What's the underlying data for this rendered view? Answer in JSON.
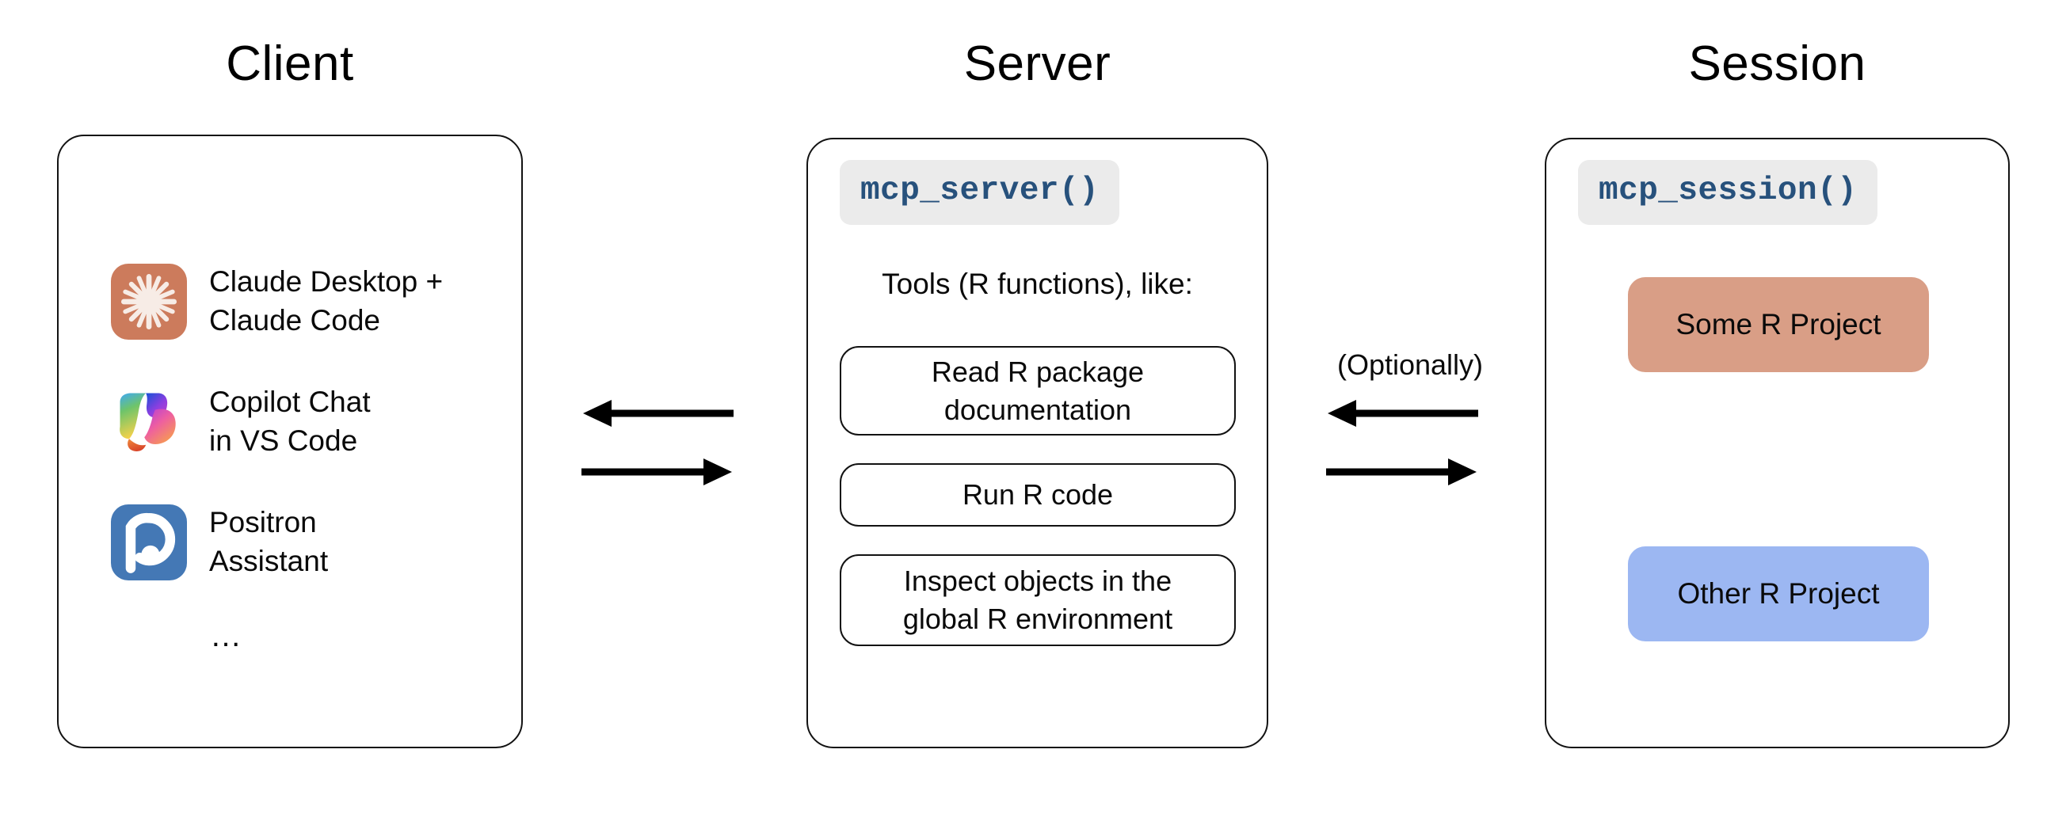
{
  "diagram": {
    "title_client": "Client",
    "title_server": "Server",
    "title_session": "Session",
    "optional_label": "(Optionally)"
  },
  "client": {
    "items": [
      {
        "icon": "claude-icon",
        "label": "Claude Desktop +\nClaude Code"
      },
      {
        "icon": "copilot-icon",
        "label": "Copilot Chat\nin VS Code"
      },
      {
        "icon": "positron-icon",
        "label": "Positron\nAssistant"
      }
    ],
    "ellipsis": "…"
  },
  "server": {
    "chip": "mcp_server()",
    "tools_caption": "Tools (R functions), like:",
    "tools": [
      "Read R package\ndocumentation",
      "Run R code",
      "Inspect objects in the\nglobal R environment"
    ]
  },
  "session": {
    "chip": "mcp_session()",
    "projects": [
      {
        "label": "Some R Project",
        "color": "#d99e86"
      },
      {
        "label": "Other R Project",
        "color": "#9cb7f2"
      }
    ]
  },
  "colors": {
    "claude_icon_bg": "#cc7b5c",
    "positron_icon_bg": "#4478b5",
    "code_chip_bg": "#ebebeb",
    "code_text": "#27517c",
    "outline": "#121212",
    "background": "#ffffff"
  }
}
